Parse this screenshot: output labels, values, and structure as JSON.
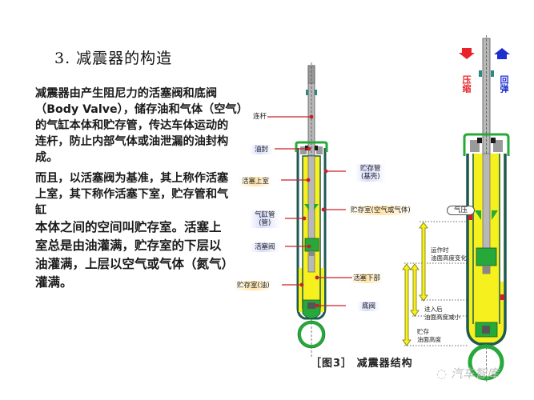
{
  "slide": {
    "title": "3.  减震器的构造",
    "paragraph1": [
      "减震器由产生阻尼力的活塞阀和底阀",
      "（Body Valve），储存油和气体（空气）",
      "的气缸本体和贮存管，传达车体运动的",
      "连杆，防止内部气体或油泄漏的油封构",
      "成。"
    ],
    "paragraph2_small": [
      "而且，以活塞阀为基准，其上称作活塞",
      "上室，其下称作活塞下室，贮存管和气",
      "缸"
    ],
    "paragraph2_large": [
      "本体之间的空间叫贮存室。活塞上",
      "室总是由油灌满，贮存室的下层以",
      "油灌满，上层以空气或气体（氮气）",
      "灌满。"
    ]
  },
  "diagram_left": {
    "labels": {
      "rod": "连杆",
      "oil_seal": "油封",
      "upper_chamber": "活塞上室",
      "reservoir_tube": "贮存管",
      "reservoir_tube_sub": "(基壳)",
      "reservoir_gas": "贮存室(空气或气体)",
      "cylinder_tube": "气缸管",
      "cylinder_tube_sub": "(管)",
      "piston_valve": "活塞阀",
      "lower_chamber": "活塞下部",
      "reservoir_oil": "贮存室(油)",
      "base_valve": "底阀"
    }
  },
  "diagram_right": {
    "labels": {
      "compress": "压缩",
      "rebound": "回弹",
      "gas_pressure": "气压",
      "oil_change": "运作时",
      "oil_change_sub": "油面高度变化",
      "after_insert": "进入后",
      "after_insert_sub": "油面高度减小",
      "stored": "贮存",
      "stored_sub": "油面高度"
    },
    "colors": {
      "compress_arrow": "#e8242a",
      "rebound_arrow": "#1e2fd0"
    }
  },
  "caption": "［图3］ 减震器结构",
  "watermark": "汽车智库",
  "colors": {
    "oil_yellow": "#f5f01e",
    "tube_dark": "#1e5a55",
    "seal_green": "#27a83a",
    "rod_gray": "#b8b8b8",
    "leader_red": "#c8202a"
  }
}
